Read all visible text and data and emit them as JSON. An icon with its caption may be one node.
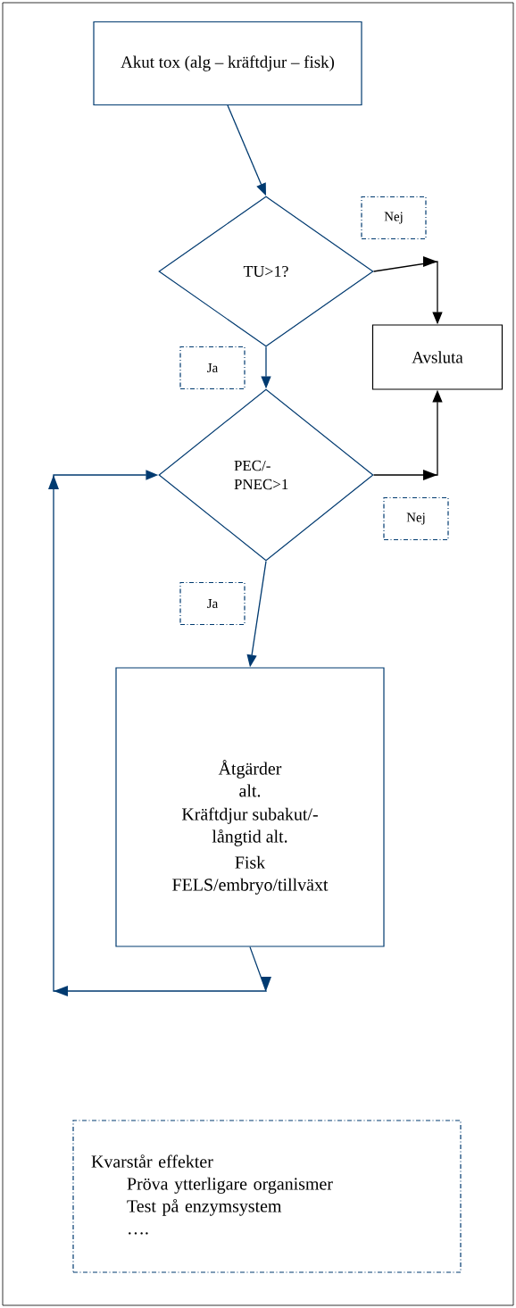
{
  "diagram": {
    "nodes": [
      {
        "text": [
          "Akut tox (alg – kräftdjur – fisk)"
        ]
      },
      {
        "text": [
          "TU>1?"
        ]
      },
      {
        "text": [
          "Avsluta"
        ]
      },
      {
        "text": [
          "PEC/- PNEC>1"
        ]
      },
      {
        "text": [
          "Åtgärder alt.",
          "Kräftdjur subakut/- långtid alt.",
          "Fisk FELS/embryo/tillväxt"
        ]
      },
      {
        "text": [
          "Kvarstår effekter",
          "Pröva ytterligare organismer",
          "Test på enzymsystem",
          "…."
        ]
      }
    ],
    "edges": [
      {
        "from": 0,
        "to": 1,
        "arrow": "to"
      },
      {
        "from": 1,
        "to": 2,
        "arrow": "to",
        "label": "Nej",
        "color": "#000000"
      },
      {
        "from": 1,
        "to": 3,
        "arrow": "to",
        "label": "Ja"
      },
      {
        "from": 3,
        "to": 2,
        "arrow": "to",
        "label": "Nej",
        "color": "#000000"
      },
      {
        "from": 3,
        "to": 4,
        "arrow": "to",
        "label": "Ja"
      },
      {
        "from": 4,
        "to": 3,
        "arrow": "to"
      }
    ]
  }
}
